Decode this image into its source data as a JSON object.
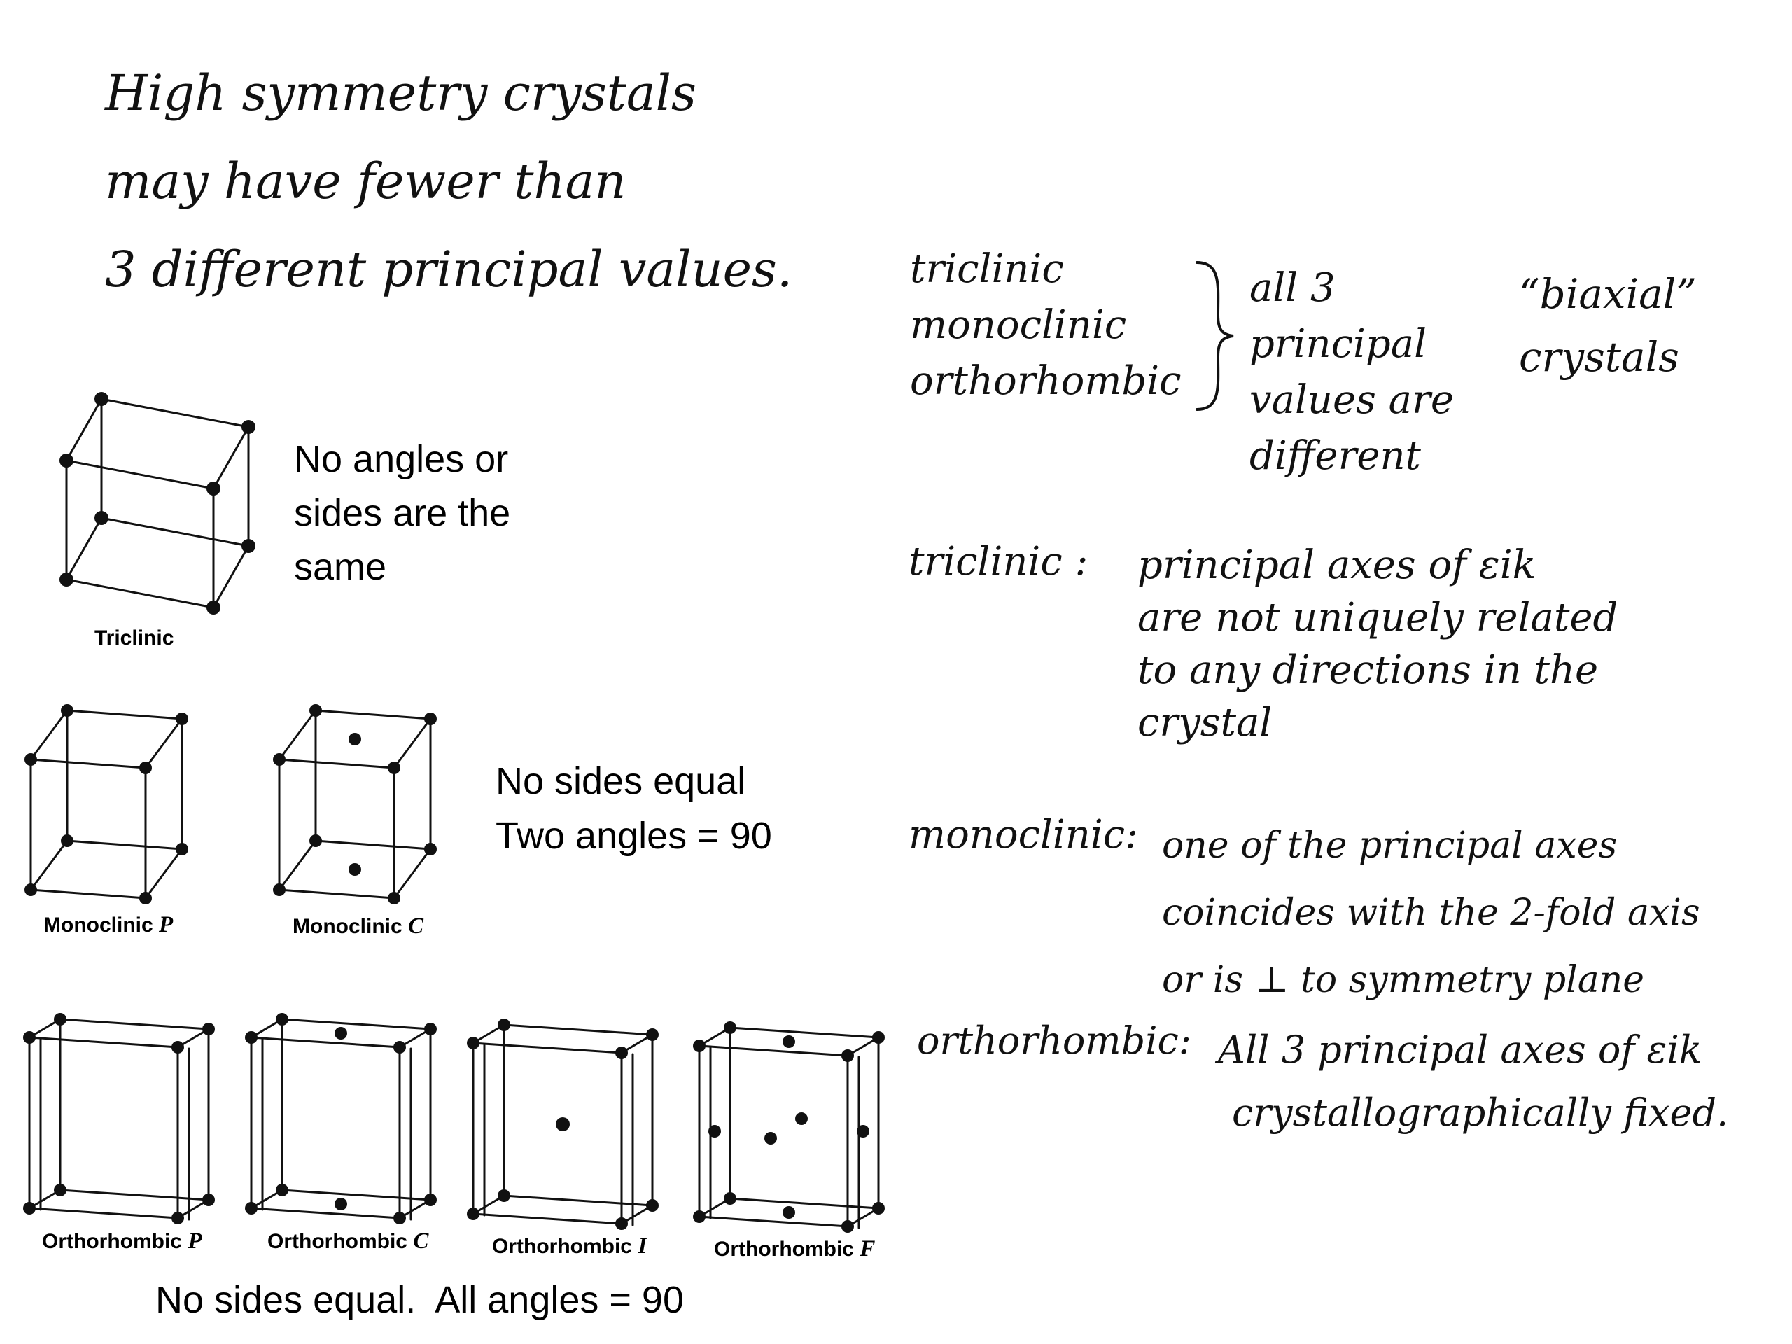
{
  "intro_note": {
    "lines": [
      "High symmetry crystals",
      "may have fewer than",
      "3 different principal values."
    ]
  },
  "biaxial_note": {
    "systems": [
      "triclinic",
      "monoclinic",
      "orthorhombic"
    ],
    "statement": [
      "all 3",
      "principal",
      "values are",
      "different"
    ],
    "label": "“biaxial” crystals"
  },
  "triclinic_block": {
    "caption": "Triclinic",
    "description": [
      "No angles or",
      "sides are the",
      "same"
    ]
  },
  "monoclinic_block": {
    "cells": [
      {
        "caption_text": "Monoclinic ",
        "caption_symbol": "P"
      },
      {
        "caption_text": "Monoclinic ",
        "caption_symbol": "C"
      }
    ],
    "description": [
      "No sides equal",
      "Two angles = 90"
    ]
  },
  "orthorhombic_block": {
    "cells": [
      {
        "caption_text": "Orthorhombic ",
        "caption_symbol": "P"
      },
      {
        "caption_text": "Orthorhombic ",
        "caption_symbol": "C"
      },
      {
        "caption_text": "Orthorhombic ",
        "caption_symbol": "I"
      },
      {
        "caption_text": "Orthorhombic ",
        "caption_symbol": "F"
      }
    ],
    "description": "No sides equal.  All angles = 90"
  },
  "notes": {
    "triclinic": {
      "term": "triclinic :",
      "lines": [
        "principal axes of εik",
        "are not uniquely related",
        "to any directions in the",
        "crystal"
      ]
    },
    "monoclinic": {
      "term": "monoclinic:",
      "lines": [
        "one of the principal axes",
        "coincides with the 2-fold axis",
        "or is ⊥ to symmetry plane"
      ]
    },
    "orthorhombic": {
      "term": "orthorhombic:",
      "lines": [
        "All 3 principal axes of εik",
        "crystallographically fixed."
      ]
    }
  }
}
